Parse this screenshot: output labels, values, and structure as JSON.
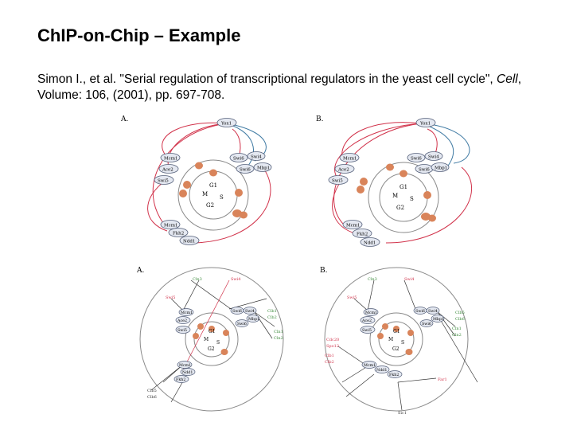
{
  "slide": {
    "title": "ChIP-on-Chip – Example",
    "citation": {
      "prefix": "Simon I., et al. \"Serial regulation of transcriptional regulators in the yeast cell cycle\", ",
      "journal": "Cell",
      "suffix": ", Volume: 106, (2001), pp. 697-708."
    }
  },
  "figures": {
    "top_left": {
      "panel_label": "A.",
      "phases": [
        "G1",
        "M",
        "S",
        "G2"
      ],
      "top_factor": "Yox1",
      "left_factors": [
        "Mcm1",
        "Ace2",
        "Swi5",
        "Mcm1",
        "Fkh2",
        "Ndd1"
      ],
      "right_factors": [
        "Swi6",
        "Swi4",
        "Swi6",
        "Mbp1"
      ]
    },
    "top_right": {
      "panel_label": "B.",
      "phases": [
        "G1",
        "M",
        "S",
        "G2"
      ],
      "top_factor": "Yox1",
      "left_factors": [
        "Mcm1",
        "Ace2",
        "Swi5",
        "Mcm1",
        "Fkh2",
        "Ndd1"
      ],
      "right_factors": [
        "Swi6",
        "Swi4",
        "Swi6",
        "Mbp1"
      ]
    },
    "bottom_left": {
      "panel_label": "A.",
      "phases": [
        "G1",
        "M",
        "S",
        "G2"
      ],
      "outer_labels": [
        "Cln3",
        "Swi4",
        "Swi5",
        "Clb1",
        "Clb2",
        "Cln1",
        "Cln2",
        "Clb5",
        "Clb6"
      ],
      "inner_labels": [
        "Mcm1",
        "Ace2",
        "Swi5",
        "Mcm1",
        "Ndd1",
        "Fkh2",
        "Swi6",
        "Swi4",
        "Mbp1",
        "Swi6"
      ]
    },
    "bottom_right": {
      "panel_label": "B.",
      "phases": [
        "G1",
        "M",
        "S",
        "G2"
      ],
      "outer_labels": [
        "Cln3",
        "Swi4",
        "Swi5",
        "Cdc20",
        "Spo12",
        "Clb1",
        "Clb2",
        "Cln1",
        "Cln2",
        "Clb5",
        "Clb6",
        "Sic1",
        "Far1"
      ],
      "inner_labels": [
        "Mcm1",
        "Ace2",
        "Swi5",
        "Mcm1",
        "Ndd1",
        "Fkh2",
        "Swi6",
        "Swi4",
        "Mbp1",
        "Swi6"
      ]
    }
  },
  "colors": {
    "activator": "#d1324a",
    "repressor": "#3f7aa3",
    "node_fill": "#e4e8f1",
    "node_stroke": "#55607a",
    "blob": "#d9845a",
    "circle": "#8a8a8a"
  }
}
